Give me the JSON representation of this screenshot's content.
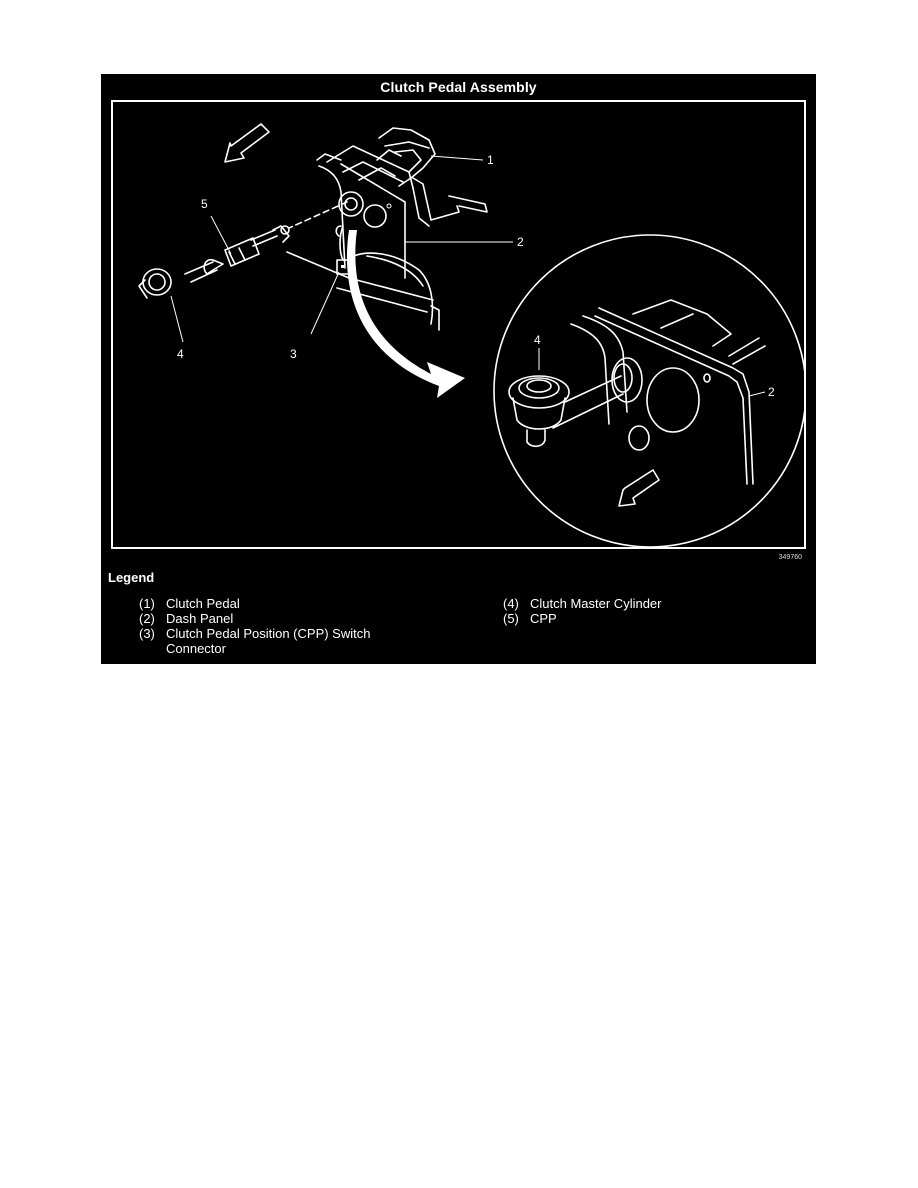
{
  "figure": {
    "title": "Clutch Pedal Assembly",
    "figure_number": "349760",
    "callouts": {
      "c1": "1",
      "c2a": "2",
      "c2b": "2",
      "c3": "3",
      "c4a": "4",
      "c4b": "4",
      "c5": "5"
    },
    "icons": [
      "direction-arrow-icon",
      "direction-arrow-icon",
      "detail-view-arrow-icon"
    ]
  },
  "legend": {
    "heading": "Legend",
    "items": [
      {
        "num": "(1)",
        "text": "Clutch Pedal"
      },
      {
        "num": "(2)",
        "text": "Dash Panel"
      },
      {
        "num": "(3)",
        "text": "Clutch Pedal Position (CPP) Switch Connector"
      },
      {
        "num": "(4)",
        "text": "Clutch Master Cylinder"
      },
      {
        "num": "(5)",
        "text": "CPP"
      }
    ]
  }
}
